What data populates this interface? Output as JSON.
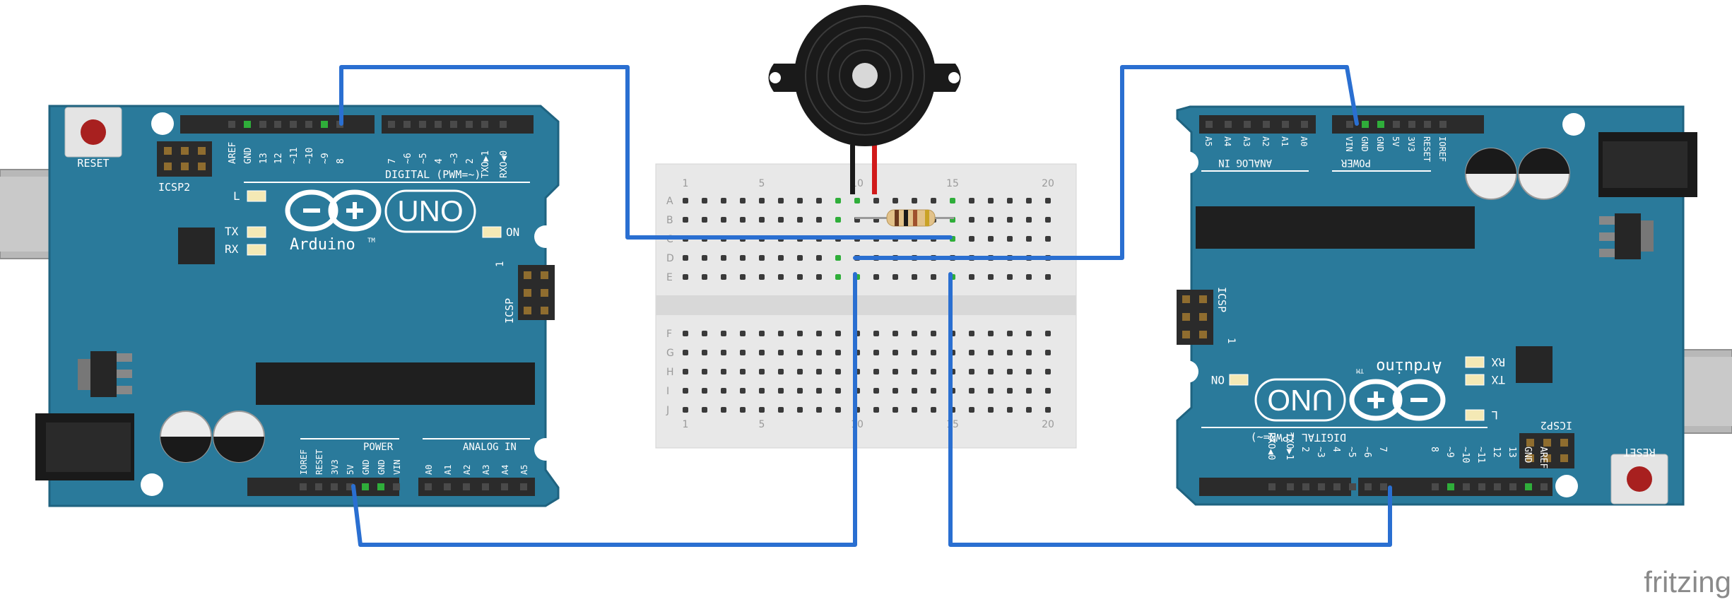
{
  "watermark": "fritzing",
  "left_board": {
    "brand": "Arduino",
    "brand_tm": "TM",
    "model": "UNO",
    "reset_label": "RESET",
    "icsp2_label": "ICSP2",
    "icsp_label": "ICSP",
    "icsp_pin1": "1",
    "l_label": "L",
    "tx_label": "TX",
    "rx_label": "RX",
    "on_label": "ON",
    "digital_label": "DIGITAL (PWM=~)",
    "power_label": "POWER",
    "analog_label": "ANALOG IN",
    "digital_pins": [
      "AREF",
      "GND",
      "13",
      "12",
      "~11",
      "~10",
      "~9",
      "8",
      "7",
      "~6",
      "~5",
      "4",
      "~3",
      "2",
      "TXO▶1",
      "RXO◀0"
    ],
    "power_pins": [
      "IOREF",
      "RESET",
      "3V3",
      "5V",
      "GND",
      "GND",
      "VIN"
    ],
    "analog_pins": [
      "A0",
      "A1",
      "A2",
      "A3",
      "A4",
      "A5"
    ]
  },
  "right_board": {
    "brand": "Arduino",
    "brand_tm": "TM",
    "model": "UNO",
    "reset_label": "RESET",
    "icsp2_label": "ICSP2",
    "icsp_label": "ICSP",
    "icsp_pin1": "1",
    "l_label": "L",
    "tx_label": "TX",
    "rx_label": "RX",
    "on_label": "ON",
    "digital_label": "DIGITAL (PWM=~)",
    "power_label": "POWER",
    "analog_label": "ANALOG IN",
    "digital_pins": [
      "AREF",
      "GND",
      "13",
      "12",
      "~11",
      "~10",
      "~9",
      "8",
      "7",
      "~6",
      "~5",
      "4",
      "~3",
      "2",
      "TXO▶1",
      "RXO◀0"
    ],
    "power_pins": [
      "IOREF",
      "RESET",
      "3V3",
      "5V",
      "GND",
      "GND",
      "VIN"
    ],
    "analog_pins": [
      "A0",
      "A1",
      "A2",
      "A3",
      "A4",
      "A5"
    ]
  },
  "breadboard": {
    "top_rows": [
      "A",
      "B",
      "C",
      "D",
      "E"
    ],
    "bottom_rows": [
      "F",
      "G",
      "H",
      "I",
      "J"
    ],
    "column_numbers": [
      "1",
      "5",
      "10",
      "15",
      "20"
    ]
  },
  "colors": {
    "board": "#2a7a9b",
    "board_edge": "#1f6380",
    "wire": "#2a6fd1",
    "header": "#2b2b2b",
    "breadboard": "#e8e8e8",
    "active_hole": "#2fae3a",
    "buzzer": "#1a1a1a"
  }
}
